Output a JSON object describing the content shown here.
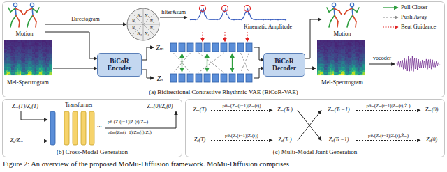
{
  "diagram": {
    "caption": "Figure 2: An overview of the proposed MoMu-Diffusion framework. MoMu-Diffusion comprises",
    "nodes": [
      {
        "text": [
          "(a) Bidirectional Contrastive Rhythmic VAE (BiCoR-VAE)"
        ]
      },
      {
        "text": [
          "Motion"
        ],
        "in": 0
      },
      {
        "text": [
          "Mel-Spectrogram"
        ],
        "in": 0
      },
      {
        "text": [
          "N₁",
          "N₂",
          "N₃",
          "N₄",
          "N₅",
          "N₆",
          "N₇",
          "N₈"
        ],
        "in": 0
      },
      {
        "text": [
          "BiCoR Encoder"
        ],
        "in": 0
      },
      {
        "text": [
          "Kinematic Amplitude"
        ],
        "in": 0
      },
      {
        "text": [
          "Zₘ"
        ],
        "in": 0
      },
      {
        "text": [
          "Zₐ"
        ],
        "in": 0
      },
      {
        "text": [
          "BiCoR Decoder"
        ],
        "in": 0
      },
      {
        "text": [
          "Motion"
        ],
        "in": 0
      },
      {
        "text": [
          "Mel-Spectrogram"
        ],
        "in": 0
      },
      {
        "text": [
          "(b) Cross-Modal Generation"
        ]
      },
      {
        "text": [
          "Zₘ(T)/Zₐ(T)"
        ],
        "in": 11
      },
      {
        "text": [
          "Zₐ/Zₘ"
        ],
        "in": 11
      },
      {
        "text": [
          "Transformer"
        ],
        "in": 11
      },
      {
        "text": [
          "Zₘ(0)/Zₐ(0)"
        ],
        "in": 11
      },
      {
        "text": [
          "(c) Multi-Modal Joint Generation"
        ]
      },
      {
        "text": [
          "Zₘ(T)"
        ],
        "in": 16
      },
      {
        "text": [
          "Zₘ(Tc)"
        ],
        "in": 16
      },
      {
        "text": [
          "Zₘ(Tc−1)"
        ],
        "in": 16
      },
      {
        "text": [
          "Zₘ(0)"
        ],
        "in": 16
      },
      {
        "text": [
          "Zₐ(T)"
        ],
        "in": 16
      },
      {
        "text": [
          "Zₐ(Tc)"
        ],
        "in": 16
      },
      {
        "text": [
          "Zₐ(Tc−1)"
        ],
        "in": 16
      },
      {
        "text": [
          "Zₐ(0)"
        ],
        "in": 16
      }
    ],
    "edges": [
      {
        "from": 1,
        "to": 3,
        "arrow": "to",
        "label": "Directogram"
      },
      {
        "from": 3,
        "to": 5,
        "arrow": "to",
        "label": "filter&sum"
      },
      {
        "from": 1,
        "to": 4,
        "arrow": "to"
      },
      {
        "from": 2,
        "to": 4,
        "arrow": "to"
      },
      {
        "from": 4,
        "to": 6,
        "arrow": "to"
      },
      {
        "from": 4,
        "to": 7,
        "arrow": "to"
      },
      {
        "from": 8,
        "to": 9,
        "arrow": "to"
      },
      {
        "from": 8,
        "to": 10,
        "arrow": "to"
      },
      {
        "from": 12,
        "to": 14,
        "arrow": "to"
      },
      {
        "from": 13,
        "to": 14,
        "arrow": "to"
      },
      {
        "from": 14,
        "to": 15,
        "arrow": "to"
      },
      {
        "from": 17,
        "to": 18,
        "arrow": "to",
        "label": "pθₘ(Zₘ(t−1)|Zₘ(t))"
      },
      {
        "from": 18,
        "to": 23,
        "arrow": "to"
      },
      {
        "from": 22,
        "to": 19,
        "arrow": "to"
      },
      {
        "from": 19,
        "to": 20,
        "arrow": "to",
        "label": "pθₘ(Zₘ(t−1)|Zₘ(t),Ẑₐ)"
      },
      {
        "from": 21,
        "to": 22,
        "arrow": "to",
        "label": "pθₐ(Zₐ(t−1)|Zₐ(t))"
      },
      {
        "from": 23,
        "to": 24,
        "arrow": "to",
        "label": "pθₐ(Zₐ(t−1)|Zₐ(t),Ẑₘ)"
      }
    ],
    "labels": [
      "vocoder",
      "...",
      "pθₐ(Zₐ(t−1)|Zₐ(t),Zₘ)",
      "pθₘ(Zₘ(t−1)|Zₘ(t),Zₐ)"
    ],
    "legend": [
      {
        "text": "Pull Closer"
      },
      {
        "text": "Push Away"
      },
      {
        "text": "Beat Guidance"
      }
    ]
  }
}
